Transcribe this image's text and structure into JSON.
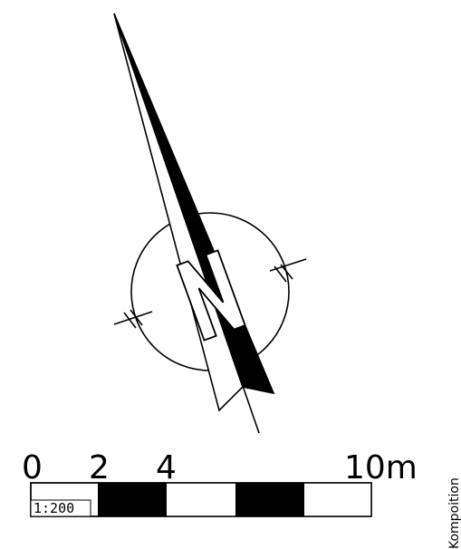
{
  "scale_bar": {
    "ticks": [
      "0",
      "2",
      "4",
      "10m"
    ],
    "ratio_label": "1:200"
  },
  "north_arrow": {
    "letter": "N"
  },
  "side_text": "Kompoition"
}
